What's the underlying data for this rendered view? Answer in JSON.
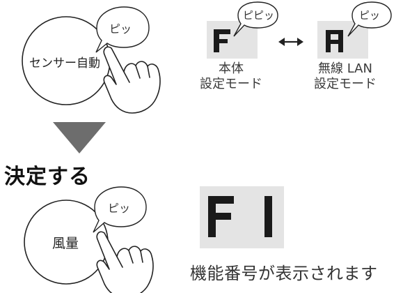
{
  "colors": {
    "lcd_background": "#e4e4e4",
    "segment": "#1a1a1a",
    "arrow": "#6d6d6d",
    "outline": "#222222"
  },
  "step1": {
    "button_label": "センサー自動",
    "sound_bubble": "ピッ"
  },
  "mode_displays": [
    {
      "display_char": "F",
      "sound_bubble": "ピピッ",
      "label_line1": "本体",
      "label_line2": "設定モード"
    },
    {
      "display_char": "A",
      "sound_bubble": "ピッ",
      "label_line1": "無線 LAN",
      "label_line2": "設定モード"
    }
  ],
  "toggle_icon": "double-arrow-icon",
  "step_arrow_icon": "down-triangle-icon",
  "heading": "決定する",
  "step2": {
    "button_label": "風量",
    "sound_bubble": "ピッ"
  },
  "result_display": {
    "display_text": "F1",
    "caption": "機能番号が表示されます"
  }
}
